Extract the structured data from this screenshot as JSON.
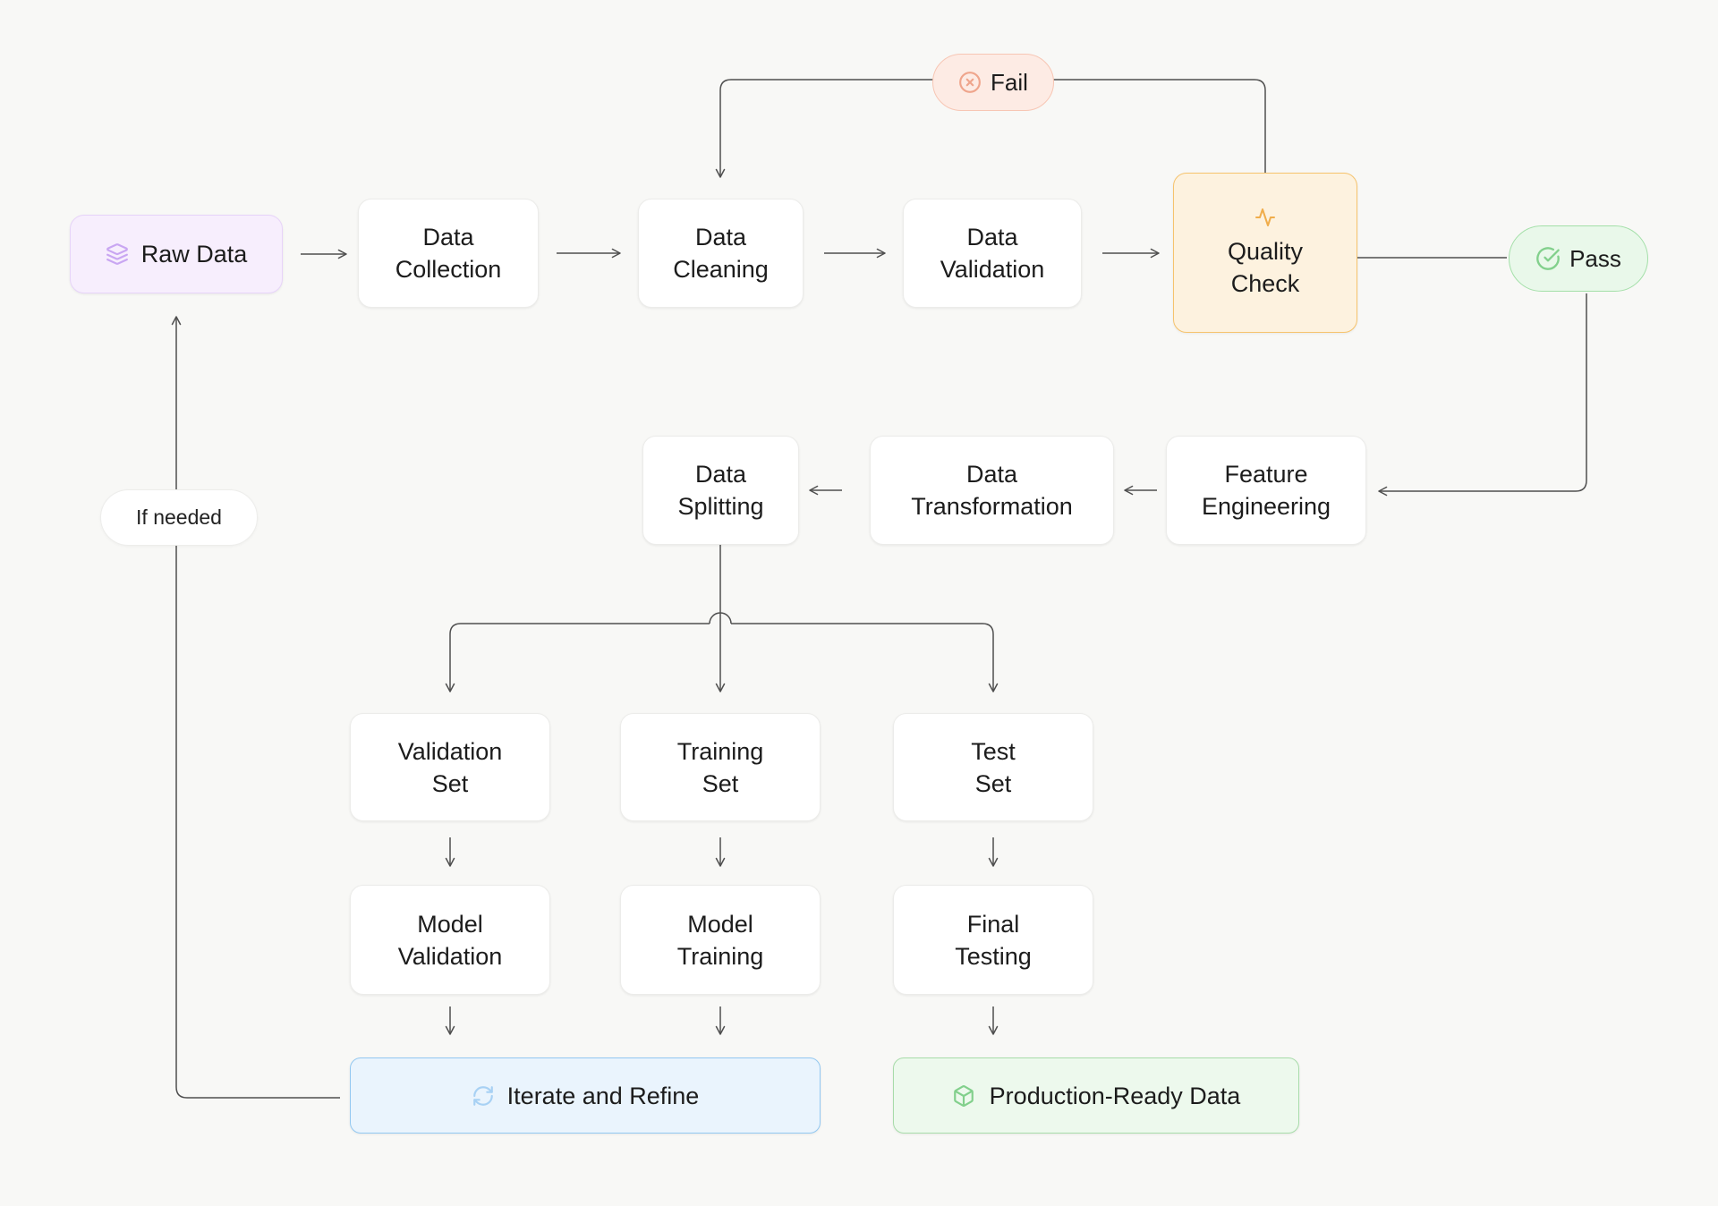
{
  "canvas": {
    "background": "#f8f8f6"
  },
  "colors": {
    "bg": "#f8f8f6",
    "line": "#4f4f4f",
    "text": "#1c1c1c",
    "node_bg": "#ffffff",
    "node_border": "#ececea",
    "purple_bg": "#f7eefd",
    "purple_border": "#e7d4f9",
    "purple_icon": "#c9a6f2",
    "orange_bg": "#fdf2df",
    "orange_border": "#f6c36d",
    "orange_icon": "#f0ad4b",
    "red_bg": "#fdebe4",
    "red_border": "#f7c6b4",
    "red_icon": "#efa58c",
    "green_bg": "#e9f8ea",
    "green_border": "#a3dfa8",
    "green_icon": "#82d08c",
    "green_box_bg": "#edf9ed",
    "green_box_border": "#a8dcaa",
    "blue_bg": "#eaf4fd",
    "blue_border": "#93c8f1",
    "blue_icon": "#a8d1f4",
    "pill_bg": "#ffffff",
    "pill_border": "#ededeb"
  },
  "nodes": {
    "raw_data": {
      "label": "Raw Data",
      "icon": "layers-icon"
    },
    "data_collection": {
      "label": "Data\nCollection"
    },
    "data_cleaning": {
      "label": "Data\nCleaning"
    },
    "data_validation": {
      "label": "Data\nValidation"
    },
    "quality_check": {
      "label": "Quality\nCheck",
      "icon": "activity-icon"
    },
    "feature_engineering": {
      "label": "Feature\nEngineering"
    },
    "data_transformation": {
      "label": "Data\nTransformation"
    },
    "data_splitting": {
      "label": "Data\nSplitting"
    },
    "validation_set": {
      "label": "Validation\nSet"
    },
    "training_set": {
      "label": "Training\nSet"
    },
    "test_set": {
      "label": "Test\nSet"
    },
    "model_validation": {
      "label": "Model\nValidation"
    },
    "model_training": {
      "label": "Model\nTraining"
    },
    "final_testing": {
      "label": "Final\nTesting"
    },
    "iterate_refine": {
      "label": "Iterate and Refine",
      "icon": "refresh-icon"
    },
    "production_ready": {
      "label": "Production-Ready Data",
      "icon": "box-icon"
    }
  },
  "badges": {
    "fail": {
      "label": "Fail",
      "icon": "circle-x-icon"
    },
    "pass": {
      "label": "Pass",
      "icon": "circle-check-icon"
    },
    "if_needed": {
      "label": "If needed"
    }
  }
}
